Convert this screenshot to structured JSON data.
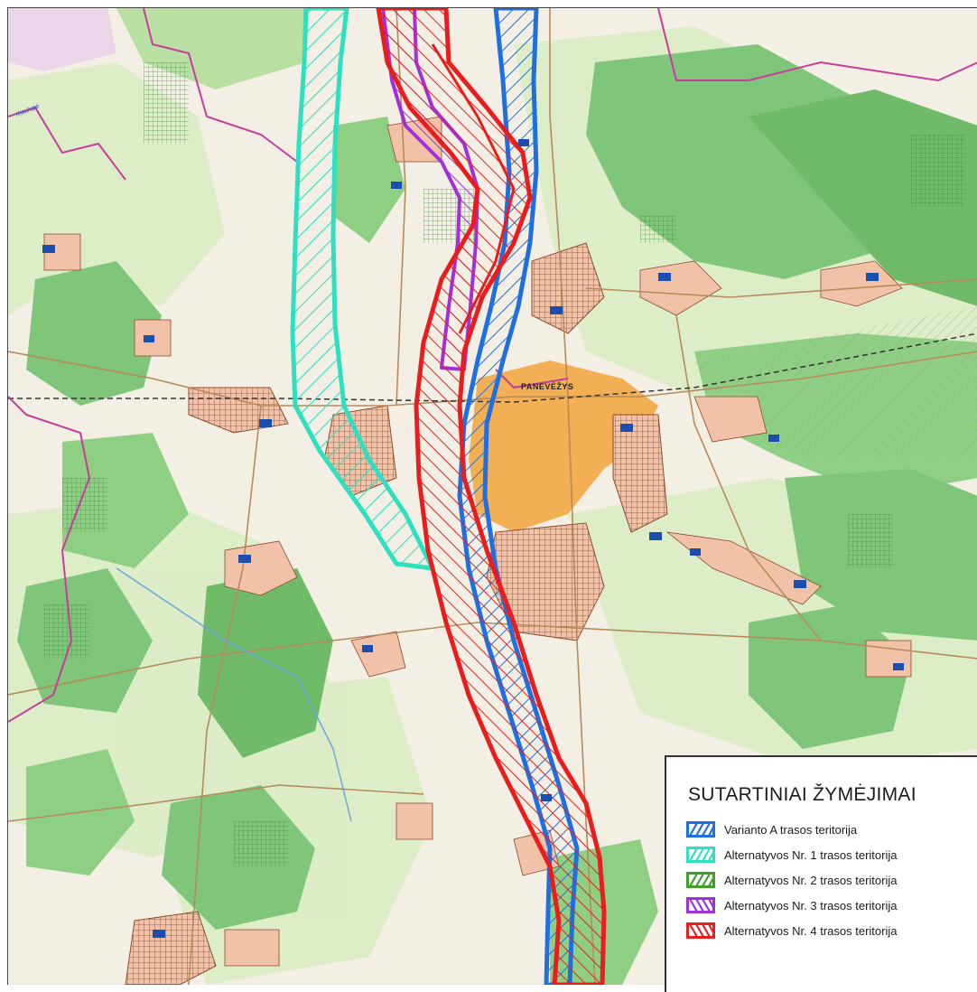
{
  "map": {
    "city_label": "PANEVĖŽYS",
    "river_label": "Kiaulupė",
    "colors": {
      "background": "#f3efe4",
      "forest": "#7fc67a",
      "forest_light": "#b9dfa2",
      "meadow": "#d9ecc3",
      "settlement": "#f2c2a8",
      "settlement_edge": "#8a4a2a",
      "city": "#f2a33a",
      "boundary": "#c83ca0",
      "road": "#b88a5a",
      "railway": "#333333"
    }
  },
  "legend": {
    "title": "SUTARTINIAI ŽYMĖJIMAI",
    "items": [
      {
        "label": "Varianto A trasos teritorija",
        "color": "#1f6fe0"
      },
      {
        "label": "Alternatyvos Nr. 1 trasos teritorija",
        "color": "#2fe0c0"
      },
      {
        "label": "Alternatyvos Nr. 2 trasos teritorija",
        "color": "#3fa02a"
      },
      {
        "label": "Alternatyvos Nr. 3 trasos teritorija",
        "color": "#a32fd8"
      },
      {
        "label": "Alternatyvos Nr. 4 trasos teritorija",
        "color": "#e81e1e"
      }
    ]
  }
}
